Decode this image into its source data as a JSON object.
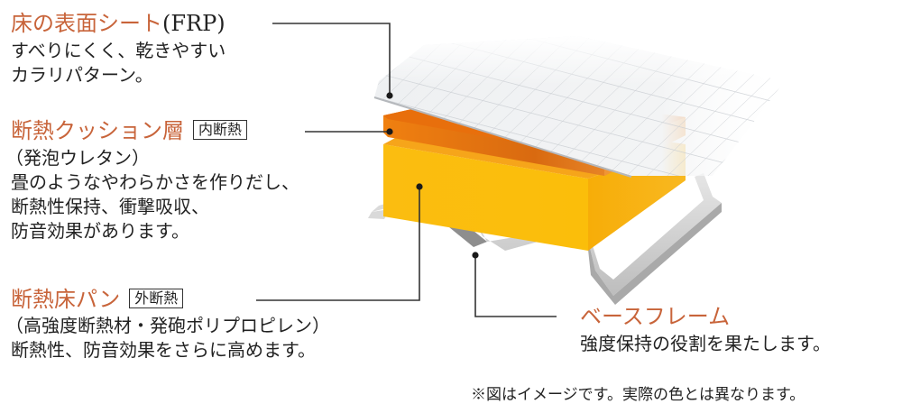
{
  "layers": [
    {
      "id": "frp-sheet",
      "title": "床の表面シート",
      "title_suffix": "(FRP)",
      "lines": [
        "すべりにくく、乾きやすい",
        "カラリパターン。"
      ]
    },
    {
      "id": "cushion",
      "title": "断熱クッション層",
      "tag": "内断熱",
      "lines": [
        "（発泡ウレタン）",
        "畳のようなやわらかさを作りだし、",
        "断熱性保持、衝撃吸収、",
        "防音効果があります。"
      ]
    },
    {
      "id": "floor-pan",
      "title": "断熱床パン",
      "tag": "外断熱",
      "lines": [
        "（高強度断熱材・発砲ポリプロピレン）",
        "断熱性、防音効果をさらに高めます。"
      ]
    },
    {
      "id": "base-frame",
      "title": "ベースフレーム",
      "lines": [
        "強度保持の役割を果たします。"
      ]
    }
  ],
  "note": "※図はイメージです。実際の色とは異なります。",
  "colors": {
    "title": "#c8643a",
    "text": "#222222",
    "cushion": "#f07a10",
    "pan": "#fbbf0c",
    "frame": "#c8c8c8",
    "leader": "#333333"
  }
}
